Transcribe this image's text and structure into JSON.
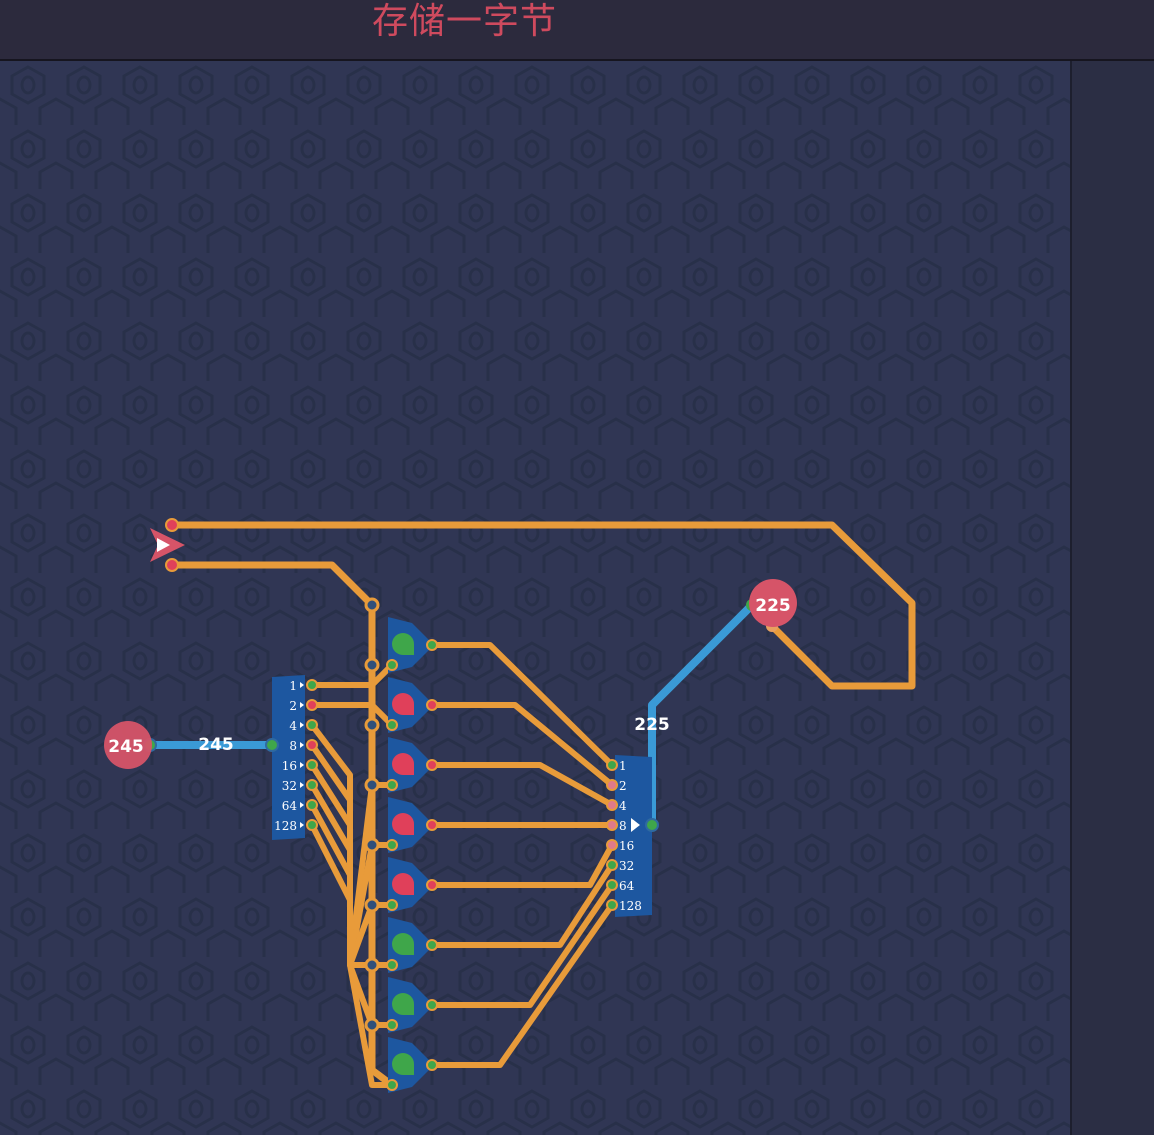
{
  "title": "存储一字节",
  "circuit": {
    "input_value": "245",
    "input_wire_label": "245",
    "output_value": "225",
    "output_wire_label": "225",
    "splitter_pins": [
      "1",
      "2",
      "4",
      "8",
      "16",
      "32",
      "64",
      "128"
    ],
    "joiner_pins": [
      "1",
      "2",
      "4",
      "8",
      "16",
      "32",
      "64",
      "128"
    ],
    "input_bits": [
      1,
      0,
      1,
      0,
      1,
      1,
      1,
      1
    ],
    "register_states": [
      1,
      0,
      0,
      0,
      0,
      1,
      1,
      1
    ]
  },
  "colors": {
    "wire": "#e89b3a",
    "byte_wire": "#3a9ad6",
    "on": "#3fa64a",
    "off": "#e0405a",
    "component": "#1d57a0",
    "io_pin": "#d65468"
  }
}
